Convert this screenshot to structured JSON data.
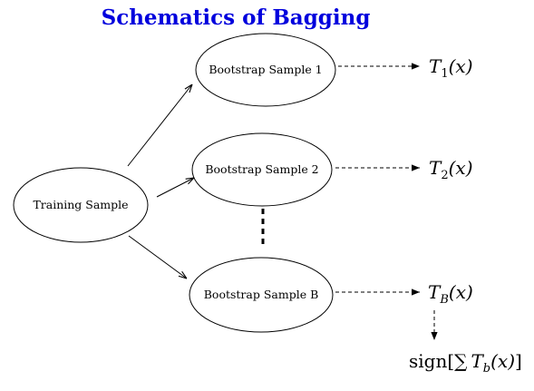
{
  "title": "Schematics of Bagging",
  "colors": {
    "title": "#0000dd",
    "stroke": "#000000"
  },
  "nodes": {
    "training": "Training Sample",
    "bootstrap_1": "Bootstrap Sample 1",
    "bootstrap_2": "Bootstrap Sample 2",
    "bootstrap_b": "Bootstrap Sample B"
  },
  "outputs": {
    "t1": {
      "base": "T",
      "sub": "1",
      "arg": "(x)"
    },
    "t2": {
      "base": "T",
      "sub": "2",
      "arg": "(x)"
    },
    "tb": {
      "base": "T",
      "sub": "B",
      "arg": "(x)"
    },
    "final": {
      "prefix": "sign[",
      "sum": "∑",
      "base": "T",
      "sub": "b",
      "arg": "(x)",
      "suffix": "]"
    }
  }
}
